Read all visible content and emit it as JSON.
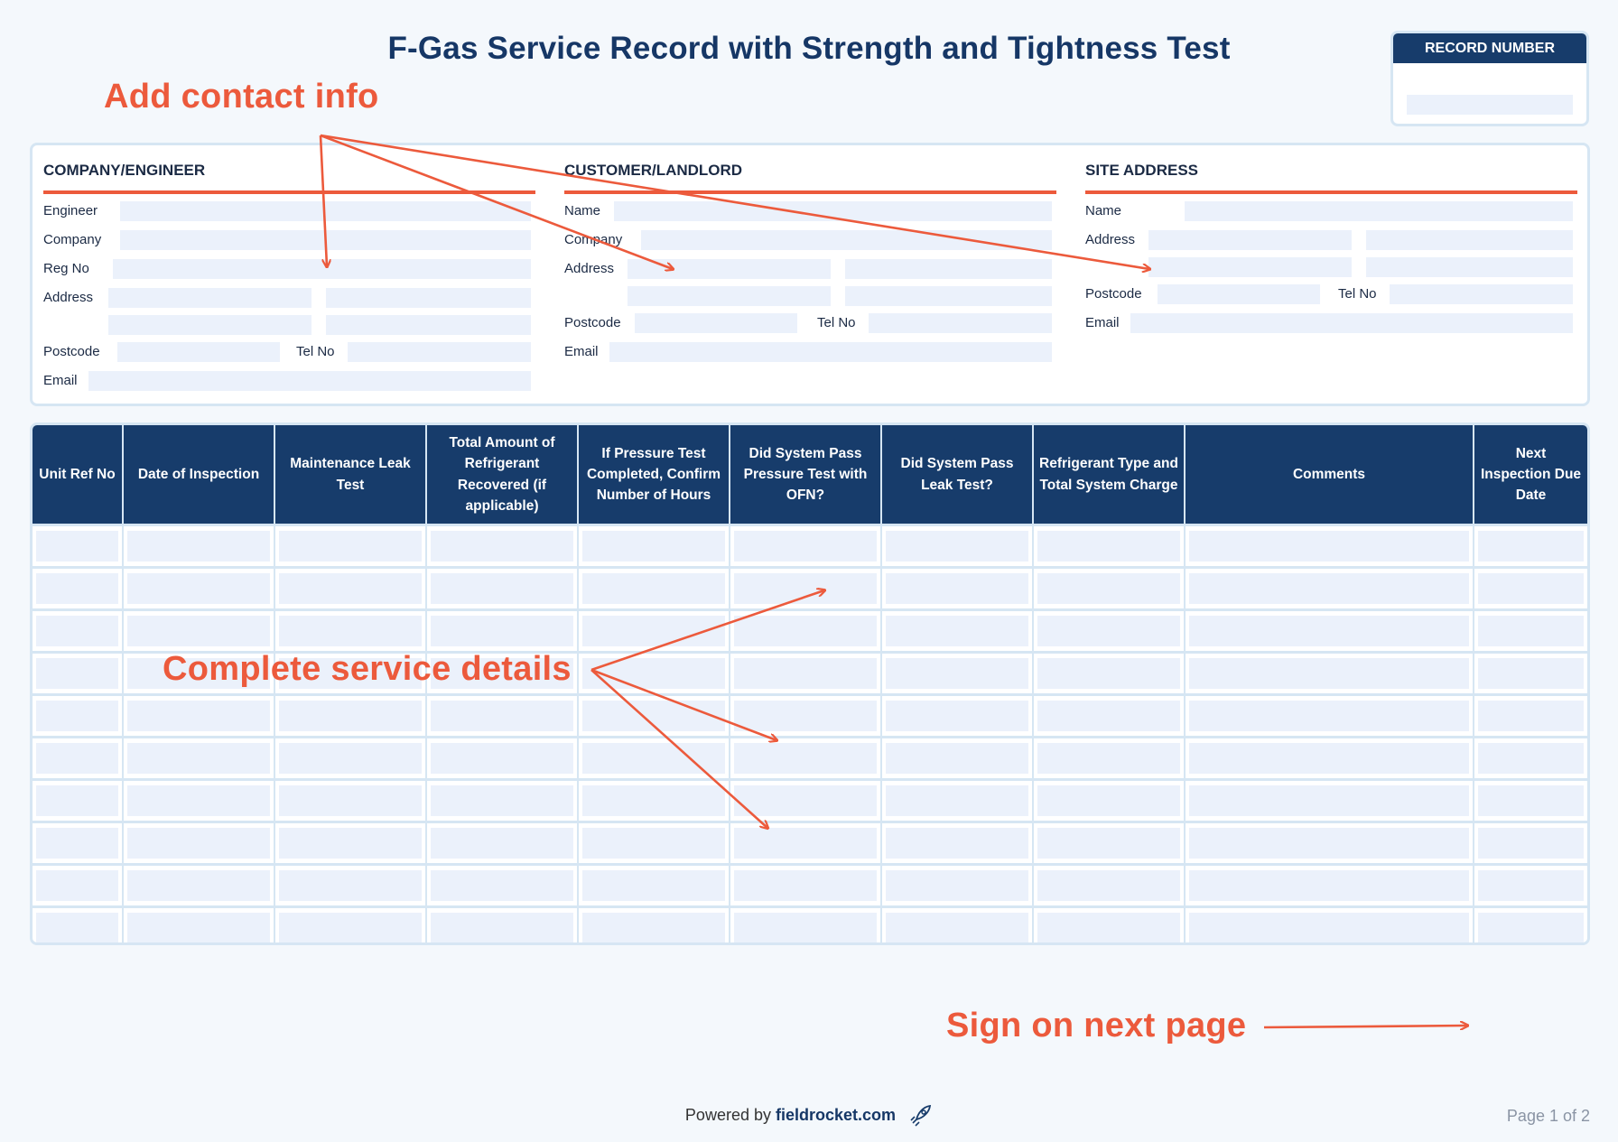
{
  "title": "F-Gas Service Record with Strength and Tightness Test",
  "record_number": {
    "label": "RECORD NUMBER"
  },
  "annotations": {
    "contact": "Add contact info",
    "service": "Complete service details",
    "sign": "Sign on next page"
  },
  "sections": {
    "company": {
      "heading": "COMPANY/ENGINEER",
      "labels": {
        "engineer": "Engineer",
        "company": "Company",
        "reg_no": "Reg No",
        "address": "Address",
        "postcode": "Postcode",
        "tel_no": "Tel No",
        "email": "Email"
      }
    },
    "customer": {
      "heading": "CUSTOMER/LANDLORD",
      "labels": {
        "name": "Name",
        "company": "Company",
        "address": "Address",
        "postcode": "Postcode",
        "tel_no": "Tel No",
        "email": "Email"
      }
    },
    "site": {
      "heading": "SITE ADDRESS",
      "labels": {
        "name": "Name",
        "address": "Address",
        "postcode": "Postcode",
        "tel_no": "Tel No",
        "email": "Email"
      }
    }
  },
  "table": {
    "headers": [
      "Unit Ref No",
      "Date of Inspection",
      "Maintenance Leak Test",
      "Total Amount of Refrigerant Recovered (if applicable)",
      "If Pressure Test Completed, Confirm Number of Hours",
      "Did System Pass Pressure Test with OFN?",
      "Did System Pass Leak Test?",
      "Refrigerant Type and Total System Charge",
      "Comments",
      "Next Inspection Due Date"
    ],
    "row_count": 10
  },
  "footer": {
    "powered_by": "Powered by",
    "brand": "fieldrocket.com",
    "page": "Page 1 of 2"
  },
  "colors": {
    "navy": "#173c6b",
    "accent": "#ec5a3c",
    "field": "#ebf1fb",
    "border": "#d6e6f3"
  },
  "icons": {
    "footer_logo": "rocket-icon"
  }
}
